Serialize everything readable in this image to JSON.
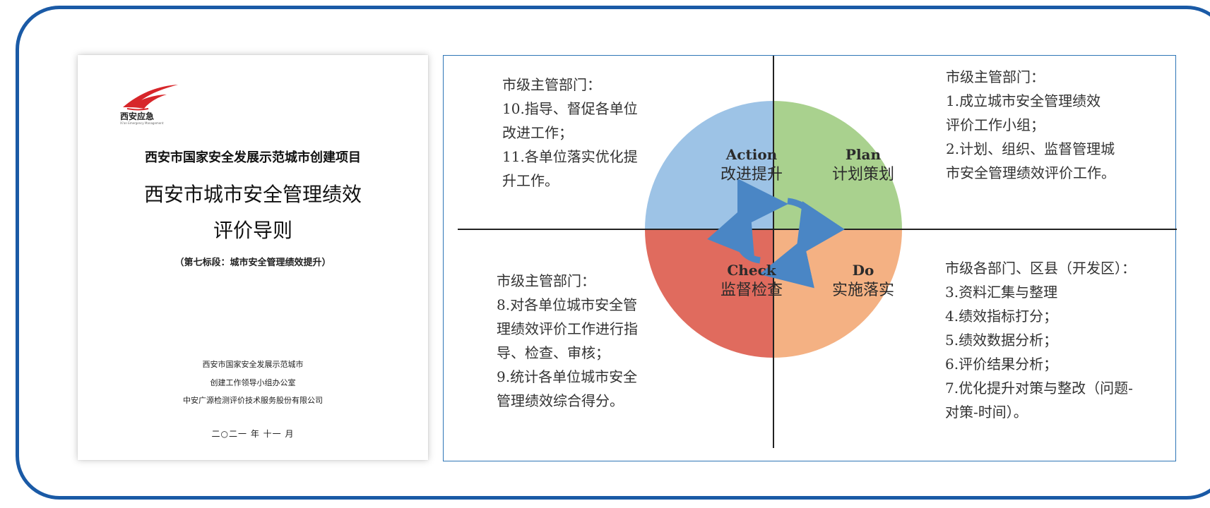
{
  "colors": {
    "frame": "#1a5aa6",
    "action": "#9dc3e6",
    "plan": "#a9d18e",
    "check": "#e06b5e",
    "do": "#f4b183",
    "arrow": "#4a86c5",
    "logo_red": "#d7262a"
  },
  "cover": {
    "logo_text": "西安应急",
    "logo_sub": "Xi'an Emergency Management",
    "project": "西安市国家安全发展示范城市创建项目",
    "title_line1": "西安市城市安全管理绩效",
    "title_line2": "评价导则",
    "subtitle": "（第七标段：城市安全管理绩效提升）",
    "org_line1": "西安市国家安全发展示范城市",
    "org_line2": "创建工作领导小组办公室",
    "org_line3": "中安广源检测评价技术服务股份有限公司",
    "date": "二○二一 年 十一 月"
  },
  "pdca": {
    "action": {
      "en": "Action",
      "zh": "改进提升"
    },
    "plan": {
      "en": "Plan",
      "zh": "计划策划"
    },
    "check": {
      "en": "Check",
      "zh": "监督检查"
    },
    "do": {
      "en": "Do",
      "zh": "实施落实"
    }
  },
  "quadrants": {
    "action": [
      "市级主管部门：",
      "10.指导、督促各单位",
      "改进工作；",
      "11.各单位落实优化提",
      "升工作。"
    ],
    "plan": [
      "市级主管部门：",
      "1.成立城市安全管理绩效",
      "评价工作小组；",
      "2.计划、组织、监督管理城",
      "市安全管理绩效评价工作。"
    ],
    "check": [
      "市级主管部门：",
      "8.对各单位城市安全管",
      "理绩效评价工作进行指",
      "导、检查、审核；",
      "9.统计各单位城市安全",
      "管理绩效综合得分。"
    ],
    "do": [
      "市级各部门、区县（开发区）：",
      "3.资料汇集与整理",
      "4.绩效指标打分；",
      "5.绩效数据分析；",
      "6.评价结果分析；",
      "7.优化提升对策与整改（问题-",
      "对策-时间）。"
    ]
  }
}
